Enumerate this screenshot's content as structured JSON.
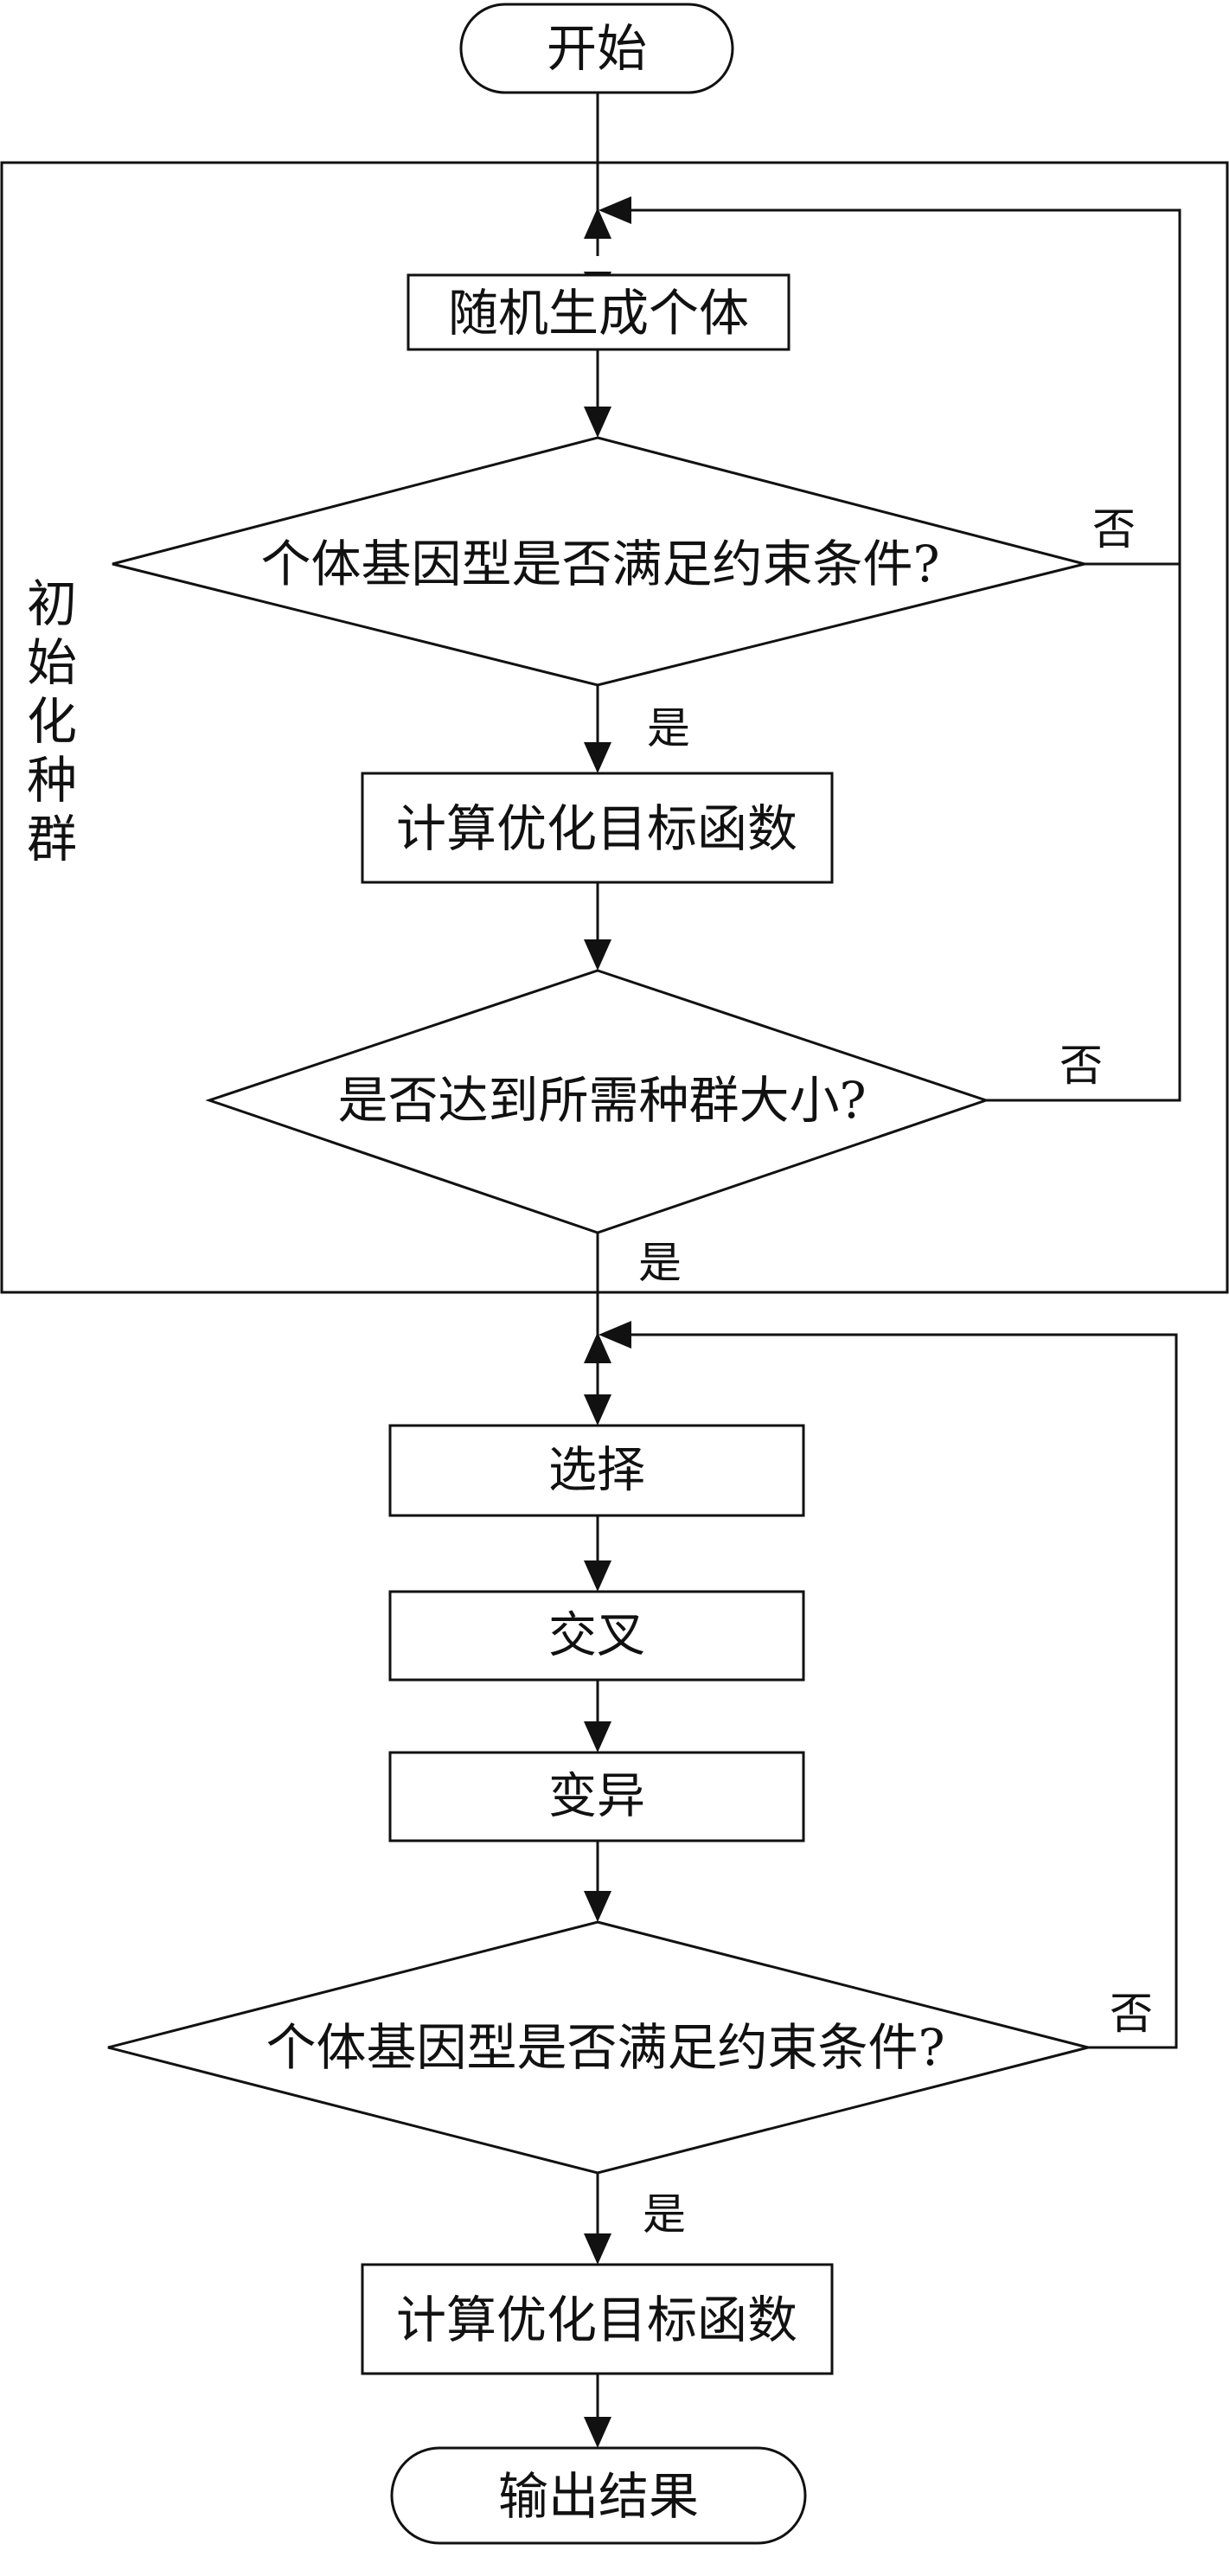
{
  "nodes": {
    "start": "开始",
    "gen": "随机生成个体",
    "check1": "个体基因型是否满足约束条件?",
    "calc1": "计算优化目标函数",
    "size": "是否达到所需种群大小?",
    "select": "选择",
    "cross": "交叉",
    "mutate": "变异",
    "check2": "个体基因型是否满足约束条件?",
    "calc2": "计算优化目标函数",
    "end": "输出结果"
  },
  "group_label": [
    "初",
    "始",
    "化",
    "种",
    "群"
  ],
  "edges": {
    "check1_yes": "是",
    "check1_no": "否",
    "size_yes": "是",
    "size_no": "否",
    "check2_yes": "是",
    "check2_no": "否"
  }
}
